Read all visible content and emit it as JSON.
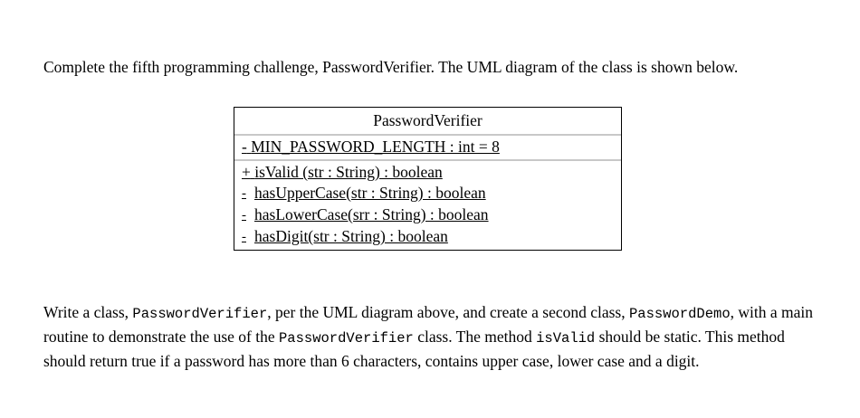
{
  "intro": {
    "text": "Complete the fifth programming challenge, PasswordVerifier. The UML diagram of the class is shown below."
  },
  "uml": {
    "class_name": "PasswordVerifier",
    "attributes": [
      {
        "marker": "-",
        "signature": "MIN_PASSWORD_LENGTH : int = 8",
        "static": true
      }
    ],
    "operations": [
      {
        "marker": "+",
        "signature": "isValid (str : String) : boolean",
        "static": true
      },
      {
        "marker": "-",
        "signature": "hasUpperCase(str : String) : boolean",
        "static": false
      },
      {
        "marker": "-",
        "signature": "hasLowerCase(srr : String) : boolean",
        "static": false
      },
      {
        "marker": "-",
        "signature": "hasDigit(str : String) : boolean",
        "static": false
      }
    ]
  },
  "body": {
    "s1": "Write a class, ",
    "code1": "PasswordVerifier",
    "s2": ", per the UML diagram above, and create a second class, ",
    "code2": "PasswordDemo",
    "s3": ", with a main routine to demonstrate the use of the ",
    "code3": "PasswordVerifier",
    "s4": " class. The method ",
    "code4": "isValid",
    "s5": " should be static. This method should return true if a password has more than 6 characters, contains upper case, lower case and a digit."
  }
}
